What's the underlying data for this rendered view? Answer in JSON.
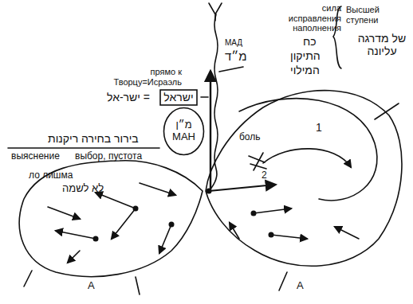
{
  "diagram": {
    "nodes": [
      {
        "text": [
          "ישראל"
        ]
      },
      {
        "text": [
          "מ״ן",
          "МАН"
        ]
      }
    ],
    "labels": [
      "сила исправления наполнения",
      "Высшей ступени",
      "כח",
      "התיקון",
      "המילוי",
      "של מדרגה עליונה",
      "МАД",
      "מ״ד",
      "прямо к Творцу=Исраэль",
      "ישר-אל =",
      "בירור בחירה ריקנות",
      "выяснение",
      "выбор, пустота",
      "боль",
      "ло лишма",
      "לא לשמה",
      "2",
      "1",
      "A",
      "A"
    ]
  }
}
